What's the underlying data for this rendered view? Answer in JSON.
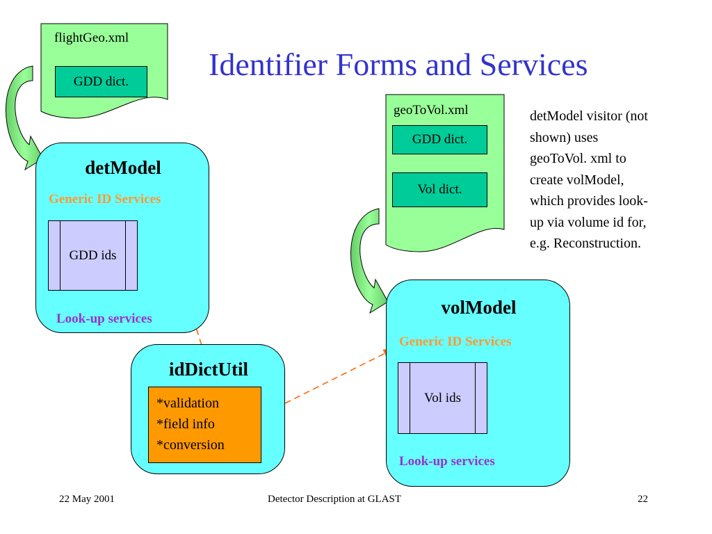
{
  "title": "Identifier Forms and Services",
  "flight_geo": {
    "file_label": "flightGeo.xml",
    "dict_label": "GDD dict."
  },
  "geo_to_vol": {
    "file_label": "geoToVol.xml",
    "gdd_dict_label": "GDD dict.",
    "vol_dict_label": "Vol dict."
  },
  "det_model": {
    "title": "detModel",
    "generic": "Generic ID Services",
    "ids_label": "GDD ids",
    "lookup": "Look-up services"
  },
  "vol_model": {
    "title": "volModel",
    "generic": "Generic ID Services",
    "ids_label": "Vol ids",
    "lookup": "Look-up services"
  },
  "id_dict_util": {
    "title": "idDictUtil",
    "items": [
      "*validation",
      "*field info",
      "*conversion"
    ]
  },
  "note": {
    "lines": [
      "detModel visitor (not",
      "shown)  uses",
      "geoToVol. xml to",
      "create volModel,",
      "which provides look-",
      "up via volume id for,",
      "e.g. Reconstruction."
    ]
  },
  "footer": {
    "date": "22 May 2001",
    "center": "Detector Description at GLAST",
    "page": "22"
  },
  "colors": {
    "title": "#3333cc",
    "document_fill": "#99ff99",
    "dict_fill": "#00cc99",
    "module_fill": "#66ffff",
    "ids_fill": "#ccccff",
    "generic_text": "#ff9933",
    "lookup_text": "#9933cc",
    "util_box_fill": "#ff9900",
    "arrow_fill": "#66cc66",
    "dashed_arrow": "#ff6600"
  }
}
